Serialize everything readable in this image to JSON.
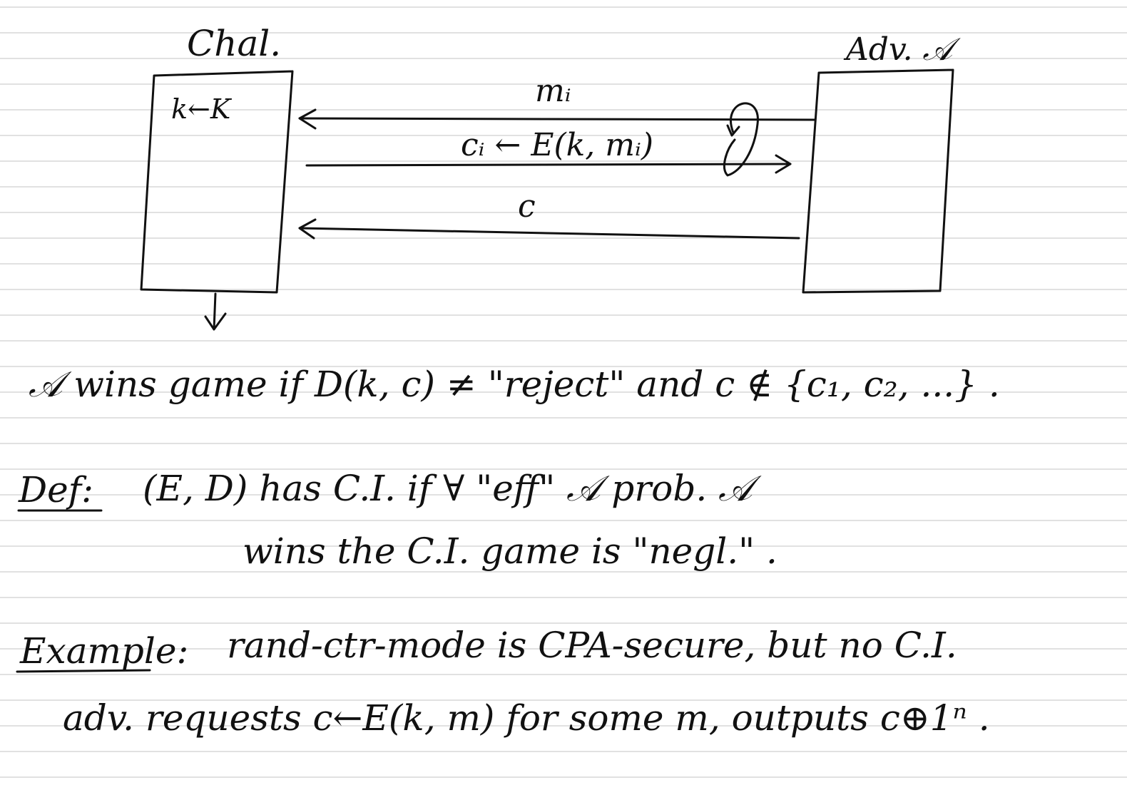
{
  "diagram": {
    "challenger_label": "Chal.",
    "adversary_label": "Adv. 𝒜",
    "key_gen_text": "k←K",
    "message_label": "mᵢ",
    "encrypt_label": "cᵢ ← E(k, mᵢ)",
    "ciphertext_label": "c"
  },
  "notes": {
    "win_condition": "𝒜 wins game if  D(k, c) ≠ \"reject\"  and   c ∉ {c₁, c₂, ...} .",
    "def_label": "Def:",
    "def_line1": "(E, D) has  C.I.   if  ∀ \"eff\" 𝒜   prob. 𝒜",
    "def_line2": "wins the  C.I.  game   is  \"negl.\" .",
    "example_label": "Example:",
    "example_line1": "rand-ctr-mode   is  CPA-secure,  but no  C.I.",
    "example_line2": "adv. requests c←E(k, m)  for some  m,   outputs  c⊕1ⁿ ."
  },
  "colors": {
    "ink": "#111111",
    "rule": "#cfcfcf",
    "paper": "#ffffff"
  }
}
